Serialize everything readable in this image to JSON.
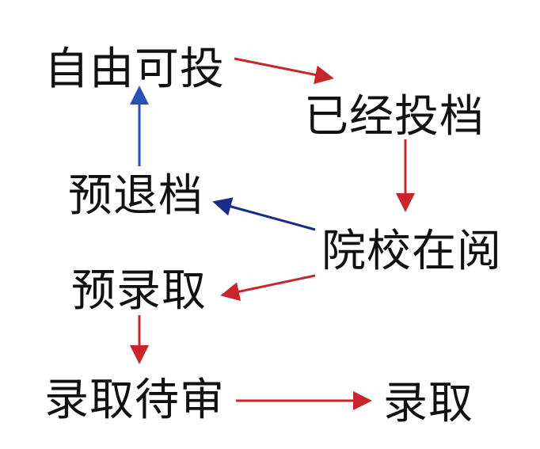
{
  "nodes": {
    "free_to_apply": "自由可投",
    "already_applied": "已经投档",
    "pre_withdrawn": "预退档",
    "school_reviewing": "院校在阅",
    "pre_admitted": "预录取",
    "admission_pending": "录取待审",
    "admitted": "录取"
  },
  "colors": {
    "red_arrow": "#c8262b",
    "blue_arrow": "#2a4fb5",
    "navy_arrow": "#1c2a8c",
    "text": "#111111"
  }
}
